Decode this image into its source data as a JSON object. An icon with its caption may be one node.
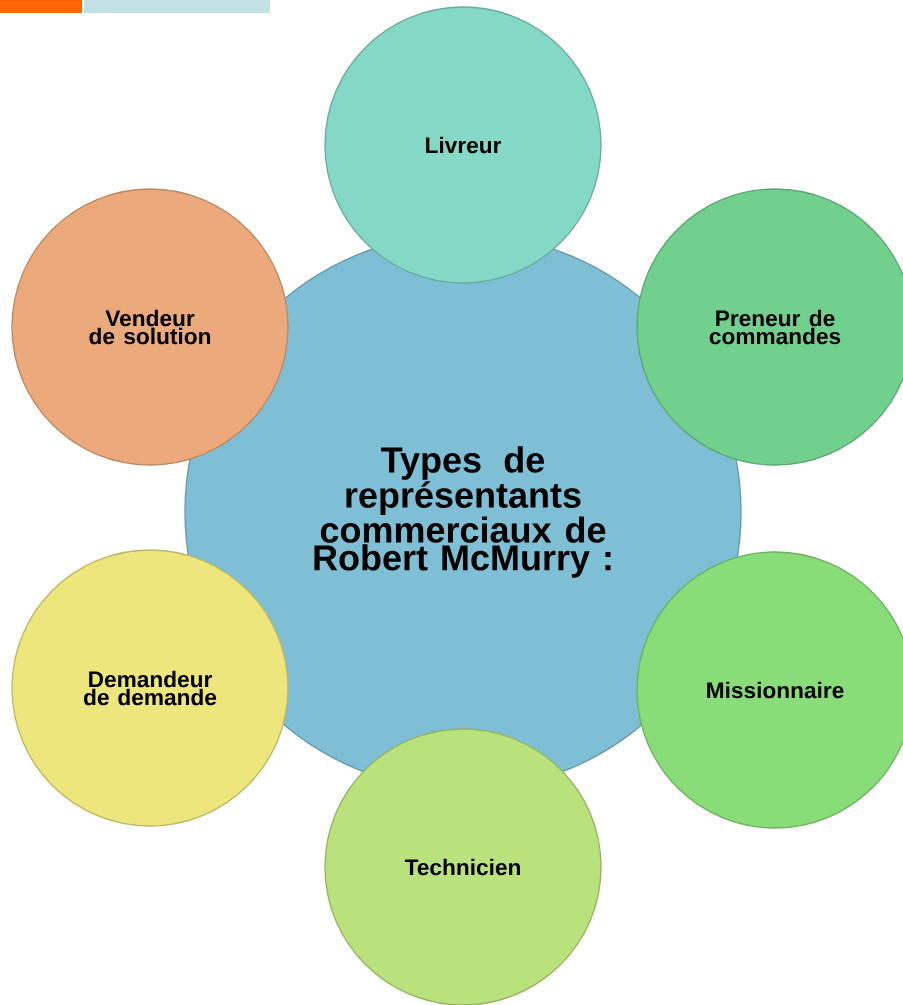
{
  "diagram": {
    "nodes": [
      {
        "text": [
          "Types de représentants commerciaux de Robert McMurry :"
        ]
      },
      {
        "text": [
          "Livreur"
        ]
      },
      {
        "text": [
          "Preneur de commandes"
        ]
      },
      {
        "text": [
          "Missionnaire"
        ]
      },
      {
        "text": [
          "Technicien"
        ]
      },
      {
        "text": [
          "Demandeur de demande"
        ]
      },
      {
        "text": [
          "Vendeur de solution"
        ]
      }
    ]
  }
}
